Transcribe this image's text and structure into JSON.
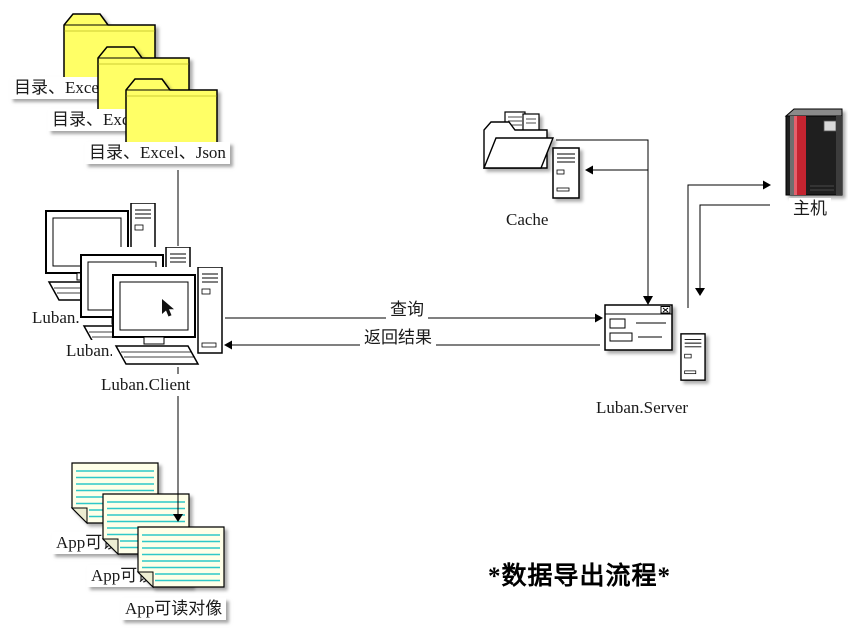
{
  "title": "*数据导出流程*",
  "folders": {
    "labels": [
      "目录、Excel、Json",
      "目录、Excel、Json",
      "目录、Excel、Json"
    ]
  },
  "clients": {
    "labels": [
      "Luban.Client",
      "Luban.Client",
      "Luban.Client"
    ]
  },
  "cache": {
    "label": "Cache"
  },
  "host": {
    "label": "主机"
  },
  "server": {
    "label": "Luban.Server"
  },
  "docs": {
    "labels": [
      "App可读对像",
      "App可读对像",
      "App可读对像"
    ]
  },
  "arrows": {
    "query": "查询",
    "result": "返回结果"
  },
  "colors": {
    "folder_fill": "#FFFF66",
    "doc_fill": "#FFFFE8",
    "doc_rule": "#2FC8C8",
    "host_body": "#1F1F1F",
    "host_stripe": "#C42430",
    "line": "#000000"
  }
}
